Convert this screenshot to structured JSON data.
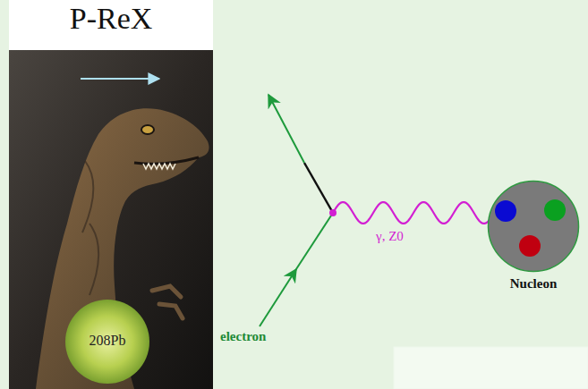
{
  "diagram": {
    "title": "P-ReX",
    "nodes": [
      {
        "text": [
          "208Pb"
        ]
      },
      {
        "text": [
          "Nucleon"
        ]
      }
    ],
    "labels": [
      "γ, Z0",
      "electron"
    ]
  }
}
